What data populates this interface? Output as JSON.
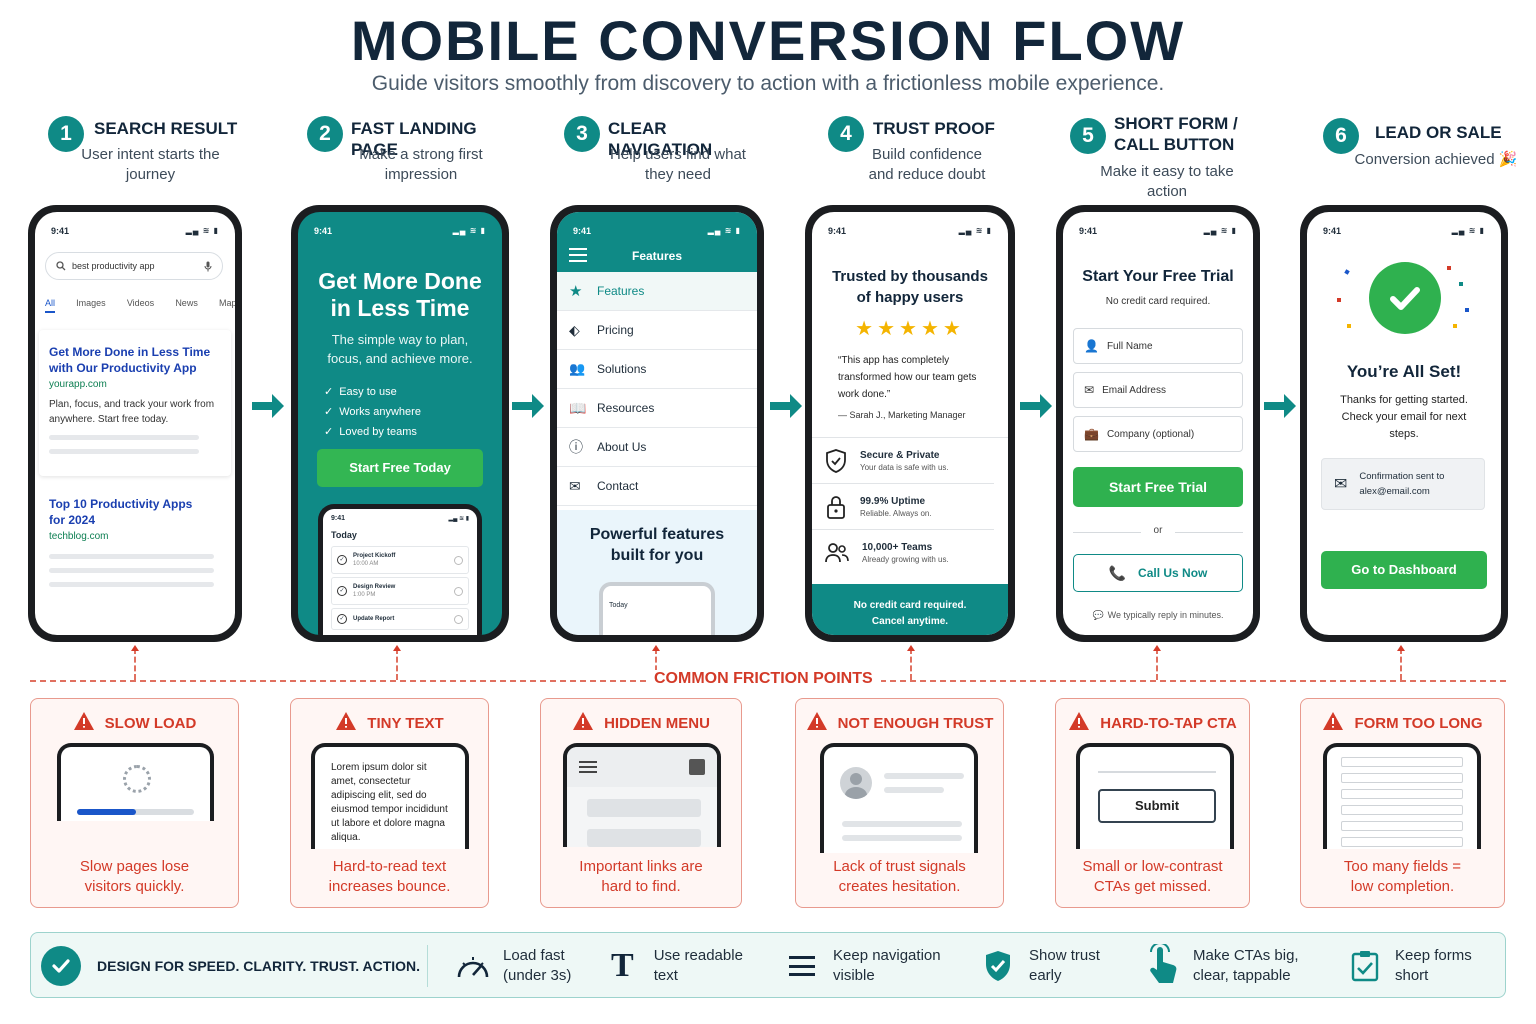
{
  "title": "MOBILE CONVERSION FLOW",
  "subtitle": "Guide visitors smoothly from discovery to action with a frictionless mobile experience.",
  "steps": [
    {
      "num": "1",
      "name": "SEARCH RESULT",
      "desc": "User intent starts the journey"
    },
    {
      "num": "2",
      "name": "FAST LANDING PAGE",
      "desc": "Make a strong first impression"
    },
    {
      "num": "3",
      "name": "CLEAR NAVIGATION",
      "desc": "Help users find what they need"
    },
    {
      "num": "4",
      "name": "TRUST PROOF",
      "desc": "Build confidence and reduce doubt"
    },
    {
      "num": "5",
      "name": "SHORT FORM / CALL BUTTON",
      "desc": "Make it easy to take action"
    },
    {
      "num": "6",
      "name": "LEAD OR SALE",
      "desc": "Conversion achieved 🎉"
    }
  ],
  "time": "9:41",
  "p1": {
    "search": "best productivity app",
    "tabs": [
      "All",
      "Images",
      "Videos",
      "News",
      "Maps"
    ],
    "r1": {
      "title": "Get More Done in Less Time with Our Productivity App",
      "url": "yourapp.com",
      "desc": "Plan, focus, and track your work from anywhere. Start free today."
    },
    "r2": {
      "title": "Top 10 Productivity Apps for 2024",
      "url": "techblog.com"
    }
  },
  "p2": {
    "headline": "Get More Done in Less Time",
    "sub": "The simple way to plan, focus, and achieve more.",
    "checks": [
      "Easy to use",
      "Works anywhere",
      "Loved by teams"
    ],
    "cta": "Start Free Today",
    "inner_title": "Today",
    "tasks": [
      {
        "name": "Project Kickoff",
        "time": "10:00 AM"
      },
      {
        "name": "Design Review",
        "time": "1:00 PM"
      },
      {
        "name": "Update Report",
        "time": ""
      }
    ]
  },
  "p3": {
    "header": "Features",
    "items": [
      "Features",
      "Pricing",
      "Solutions",
      "Resources",
      "About Us",
      "Contact"
    ],
    "promo": "Powerful features built for you",
    "inner_title": "Today"
  },
  "p4": {
    "heading": "Trusted by thousands of happy users",
    "quote": "“This app has completely transformed how our team gets work done.”",
    "author": "— Sarah J., Marketing Manager",
    "badges": [
      {
        "title": "Secure & Private",
        "sub": "Your data is safe with us."
      },
      {
        "title": "99.9% Uptime",
        "sub": "Reliable. Always on."
      },
      {
        "title": "10,000+ Teams",
        "sub": "Already growing with us."
      }
    ],
    "footer1": "No credit card required.",
    "footer2": "Cancel anytime."
  },
  "p5": {
    "heading": "Start Your Free Trial",
    "sub": "No credit card required.",
    "fields": [
      "Full Name",
      "Email Address",
      "Company (optional)"
    ],
    "cta": "Start Free Trial",
    "or": "or",
    "call": "Call Us Now",
    "reply": "We typically reply in minutes."
  },
  "p6": {
    "heading": "You’re All Set!",
    "sub": "Thanks for getting started. Check your email for next steps.",
    "confirm1": "Confirmation sent to",
    "confirm2": "alex@email.com",
    "cta": "Go to Dashboard"
  },
  "friction_title": "COMMON FRICTION POINTS",
  "friction": [
    {
      "name": "SLOW LOAD",
      "desc": "Slow pages lose visitors quickly.",
      "progress": 0.5
    },
    {
      "name": "TINY TEXT",
      "desc": "Hard-to-read text increases bounce.",
      "lorem": "Lorem ipsum dolor sit amet, consectetur adipiscing elit, sed do eiusmod tempor incididunt ut labore et dolore magna aliqua."
    },
    {
      "name": "HIDDEN MENU",
      "desc": "Important links are hard to find."
    },
    {
      "name": "NOT ENOUGH TRUST",
      "desc": "Lack of trust signals creates hesitation."
    },
    {
      "name": "HARD-TO-TAP CTA",
      "desc": "Small or low-contrast CTAs get missed.",
      "button": "Submit"
    },
    {
      "name": "FORM TOO LONG",
      "desc": "Too many fields = low completion."
    }
  ],
  "bottom": {
    "headline": "DESIGN FOR SPEED. CLARITY. TRUST. ACTION.",
    "tips": [
      {
        "icon": "speedometer-icon",
        "l1": "Load fast",
        "l2": "(under 3s)"
      },
      {
        "icon": "text-icon",
        "l1": "Use readable",
        "l2": "text"
      },
      {
        "icon": "menu-icon",
        "l1": "Keep navigation",
        "l2": "visible"
      },
      {
        "icon": "shield-check-icon",
        "l1": "Show trust",
        "l2": "early"
      },
      {
        "icon": "tap-hand-icon",
        "l1": "Make CTAs big,",
        "l2": "clear, tappable"
      },
      {
        "icon": "checklist-icon",
        "l1": "Keep forms",
        "l2": "short"
      }
    ]
  },
  "colors": {
    "teal": "#0f8a86",
    "green": "#2fb14f",
    "red": "#d33a28",
    "navy": "#12263a"
  }
}
